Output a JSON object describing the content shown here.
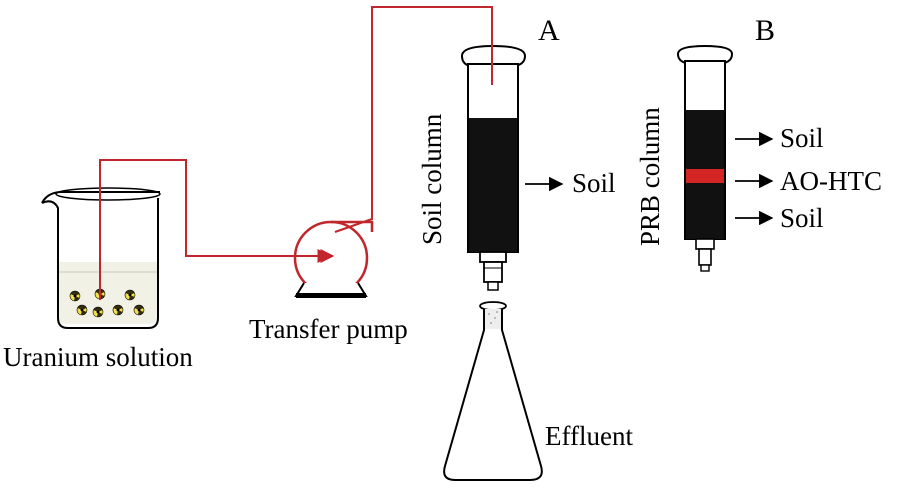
{
  "labels": {
    "panel_a": "A",
    "panel_b": "B",
    "uranium_solution": "Uranium solution",
    "transfer_pump": "Transfer pump",
    "soil_column": "Soil column",
    "soil_a": "Soil",
    "effluent": "Effluent",
    "prb_column": "PRB column",
    "soil_b_top": "Soil",
    "ao_htc": "AO-HTC",
    "soil_b_bottom": "Soil"
  },
  "colors": {
    "tubing": "#c0262b",
    "column_fill": "#111111",
    "ao_htc_layer": "#d42525",
    "solution": "#f2f1e6"
  },
  "icons": {
    "uranium_particle": "radiation-trefoil-icon",
    "pump": "peristaltic-pump-icon",
    "flask": "erlenmeyer-flask-icon",
    "beaker": "beaker-icon"
  }
}
